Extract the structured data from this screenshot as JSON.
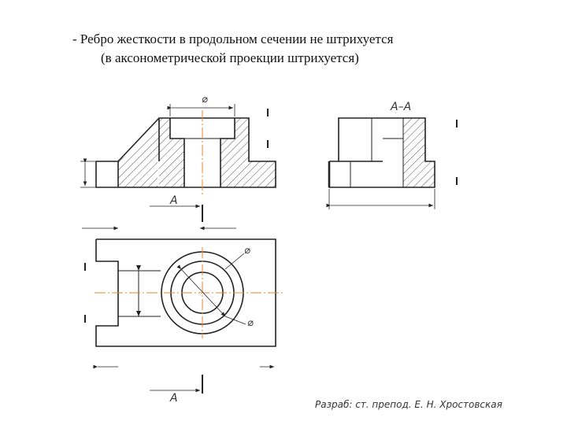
{
  "caption": {
    "line1": "- Ребро жесткости в продольном сечении не штрихуется",
    "line2": "(в аксонометрической  проекции штрихуется)"
  },
  "drawing": {
    "section_label": "А–А",
    "cut_label_top": "А",
    "cut_label_bottom": "А",
    "diameter_symbol": "⌀",
    "author_stamp": "Разраб: ст. препод. Е. Н. Хростовская"
  },
  "colors": {
    "line": "#222222",
    "hatch": "#444444",
    "axis": "#e8862a",
    "background": "#ffffff"
  }
}
